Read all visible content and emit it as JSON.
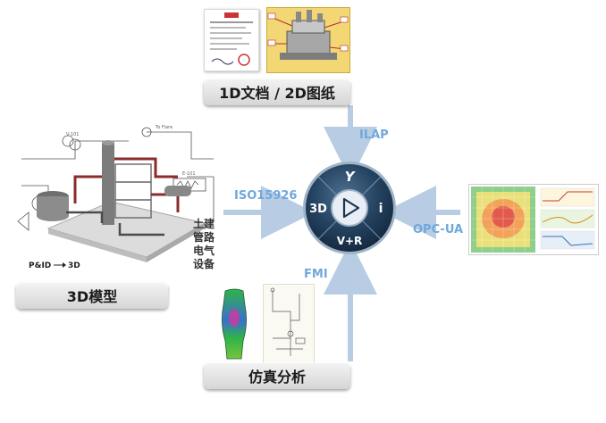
{
  "boxes": {
    "docs": "1D文档 / 2D图纸",
    "model": "3D模型",
    "sim": "仿真分析"
  },
  "connectors": {
    "top": "ILAP",
    "left": "ISO15926",
    "bottom": "FMI",
    "right": "OPC-UA"
  },
  "hub": {
    "top": "Y",
    "left": "3D",
    "right": "i",
    "bottom": "V+R"
  },
  "model_side_labels": [
    "土建",
    "管路",
    "电气",
    "设备"
  ],
  "pid_label": "P&ID",
  "pid_arrow_label": "3D",
  "colors": {
    "connector": "#6fa8dc",
    "arrow": "#b8cde3",
    "hub_dark": "#1d3550",
    "hub_light": "#6a89a8"
  }
}
